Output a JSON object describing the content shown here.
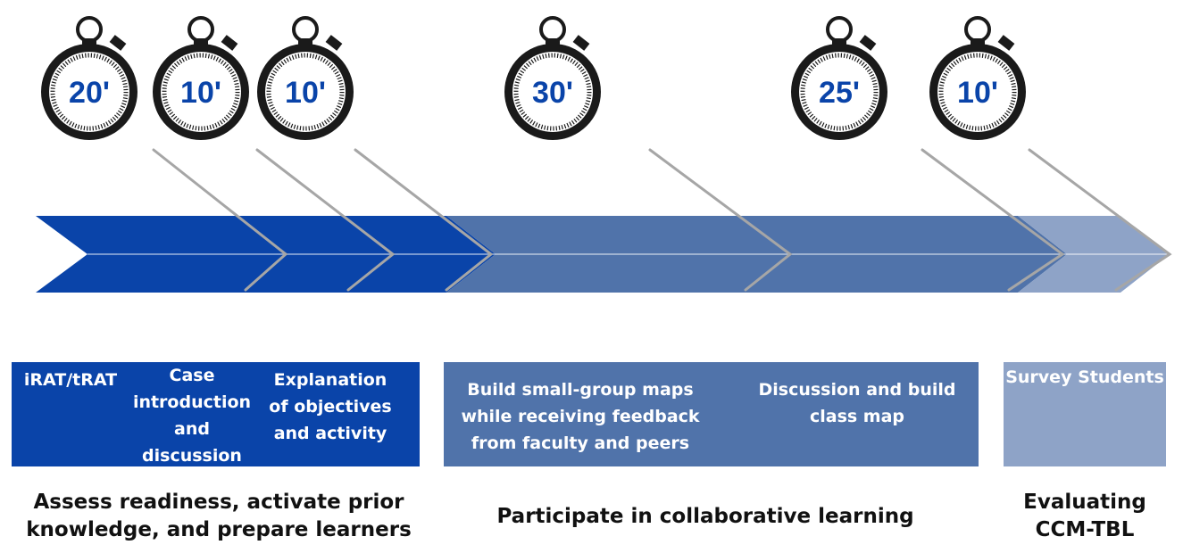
{
  "timers": [
    "20'",
    "10'",
    "10'",
    "30'",
    "25'",
    "10'"
  ],
  "activities": {
    "irat": "iRAT/tRAT",
    "case": [
      "Case",
      "introduction",
      "and",
      "discussion"
    ],
    "explanation": [
      "Explanation",
      "of objectives",
      "and activity"
    ],
    "build_small": [
      "Build small-group maps",
      "while receiving feedback",
      "from faculty and peers"
    ],
    "discussion_class": [
      "Discussion and build",
      "class map"
    ],
    "survey": "Survey Students"
  },
  "captions": {
    "readiness": [
      "Assess readiness, activate prior",
      "knowledge, and prepare learners"
    ],
    "collaborative": "Participate in collaborative learning",
    "evaluating": [
      "Evaluating",
      "CCM-TBL"
    ]
  },
  "colors": {
    "dark_blue": "#0a44a9",
    "mid_blue": "#5073aa",
    "light_blue": "#8ea3c7",
    "timer_black": "#1a1a1a",
    "timer_text": "#0a44a9"
  }
}
